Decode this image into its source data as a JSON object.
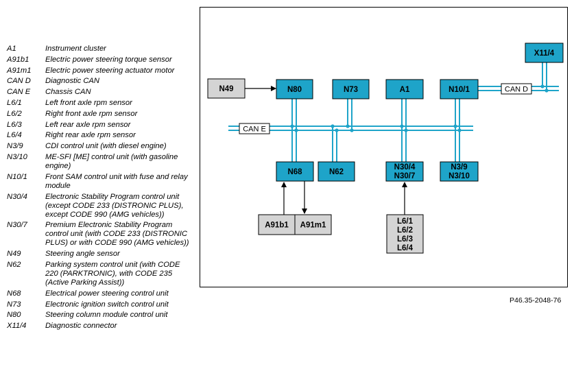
{
  "legend": [
    {
      "code": "A1",
      "desc": "Instrument cluster"
    },
    {
      "code": "A91b1",
      "desc": "Electric power steering torque sensor"
    },
    {
      "code": "A91m1",
      "desc": "Electric power steering actuator motor"
    },
    {
      "code": "CAN D",
      "desc": "Diagnostic CAN"
    },
    {
      "code": "CAN E",
      "desc": "Chassis CAN"
    },
    {
      "code": "L6/1",
      "desc": "Left front axle rpm sensor"
    },
    {
      "code": "L6/2",
      "desc": "Right front axle rpm sensor"
    },
    {
      "code": "L6/3",
      "desc": "Left rear axle rpm sensor"
    },
    {
      "code": "L6/4",
      "desc": "Right rear axle rpm sensor"
    },
    {
      "code": "N3/9",
      "desc": "CDI control unit (with diesel engine)"
    },
    {
      "code": "N3/10",
      "desc": "ME-SFI [ME] control unit (with gasoline engine)"
    },
    {
      "code": "N10/1",
      "desc": "Front SAM control unit with fuse and relay module"
    },
    {
      "code": "N30/4",
      "desc": "Electronic Stability Program control unit (except CODE 233 (DISTRONIC PLUS), except CODE 990 (AMG vehicles))"
    },
    {
      "code": "N30/7",
      "desc": "Premium Electronic Stability Program control unit (with CODE 233 (DISTRONIC PLUS) or with CODE 990 (AMG vehicles))"
    },
    {
      "code": "N49",
      "desc": "Steering angle sensor"
    },
    {
      "code": "N62",
      "desc": "Parking system control unit (with CODE 220 (PARKTRONIC), with CODE 235 (Active Parking Assist))"
    },
    {
      "code": "N68",
      "desc": "Electrical power steering control unit"
    },
    {
      "code": "N73",
      "desc": "Electronic ignition switch control unit"
    },
    {
      "code": "N80",
      "desc": "Steering column module control unit"
    },
    {
      "code": "X11/4",
      "desc": "Diagnostic connector"
    }
  ],
  "diagram": {
    "colors": {
      "module": "#1ea4c9",
      "sensor": "#d4d4d4",
      "bus": "#1ea4c9"
    },
    "bus_labels": {
      "can_d": "CAN D",
      "can_e": "CAN E"
    },
    "modules": {
      "x11_4": "X11/4",
      "n49": "N49",
      "n80": "N80",
      "n73": "N73",
      "a1": "A1",
      "n10_1": "N10/1",
      "n68": "N68",
      "n62": "N62",
      "n30": [
        "N30/4",
        "N30/7"
      ],
      "n3": [
        "N3/9",
        "N3/10"
      ],
      "a91b1": "A91b1",
      "a91m1": "A91m1",
      "l6": [
        "L6/1",
        "L6/2",
        "L6/3",
        "L6/4"
      ]
    }
  },
  "caption": "P46.35-2048-76"
}
